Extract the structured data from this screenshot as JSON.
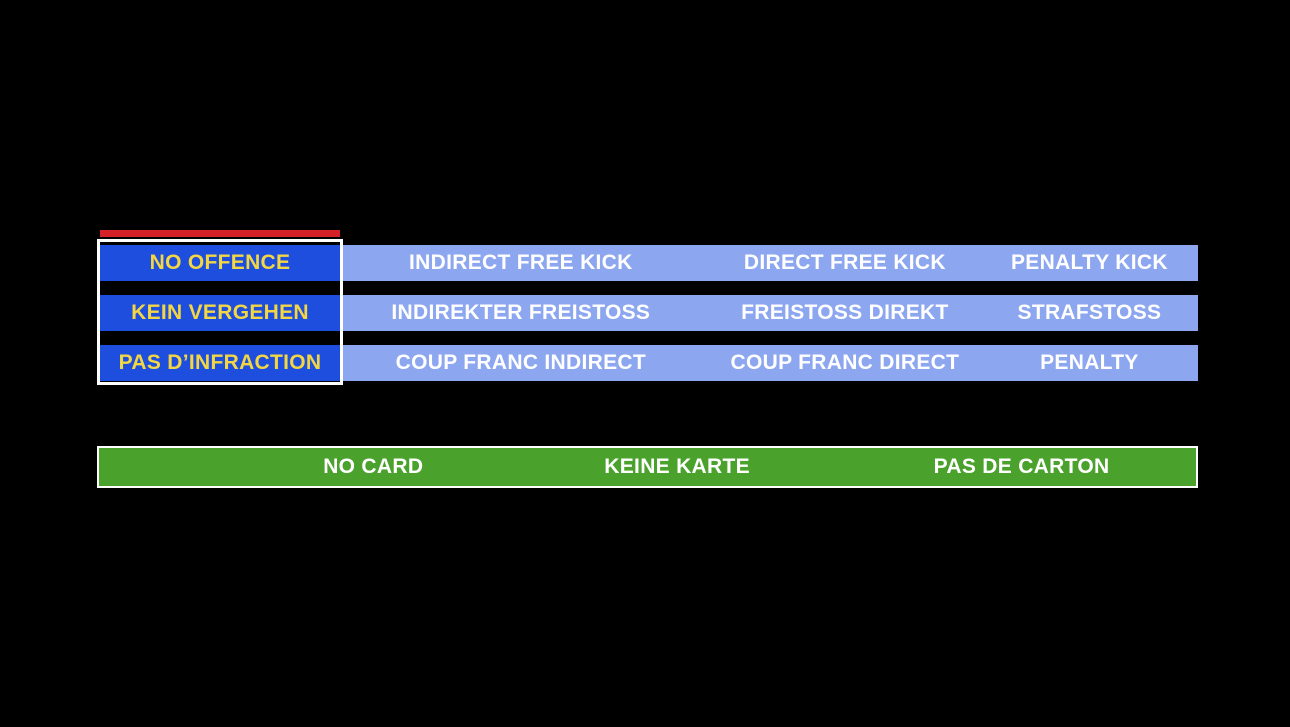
{
  "offence_panel": {
    "rows": [
      {
        "label": "NO OFFENCE",
        "options": [
          "INDIRECT FREE KICK",
          "DIRECT FREE KICK",
          "PENALTY KICK"
        ]
      },
      {
        "label": "KEIN VERGEHEN",
        "options": [
          "INDIREKTER FREISTOSS",
          "FREISTOSS DIREKT",
          "STRAFSTOSS"
        ]
      },
      {
        "label": "PAS D’INFRACTION",
        "options": [
          "COUP FRANC INDIRECT",
          "COUP FRANC DIRECT",
          "PENALTY"
        ]
      }
    ]
  },
  "card_bar": {
    "labels": [
      "NO CARD",
      "KEINE KARTE",
      "PAS DE CARTON"
    ]
  },
  "colors": {
    "background": "#000000",
    "offence_cell_blue": "#1e4ede",
    "offence_text_yellow": "#f2d643",
    "row_bar_blue": "#8ca6ef",
    "row_text_white": "#ffffff",
    "card_bar_green": "#4aa22c",
    "indicator_red": "#d32127",
    "border_white": "#ffffff"
  }
}
